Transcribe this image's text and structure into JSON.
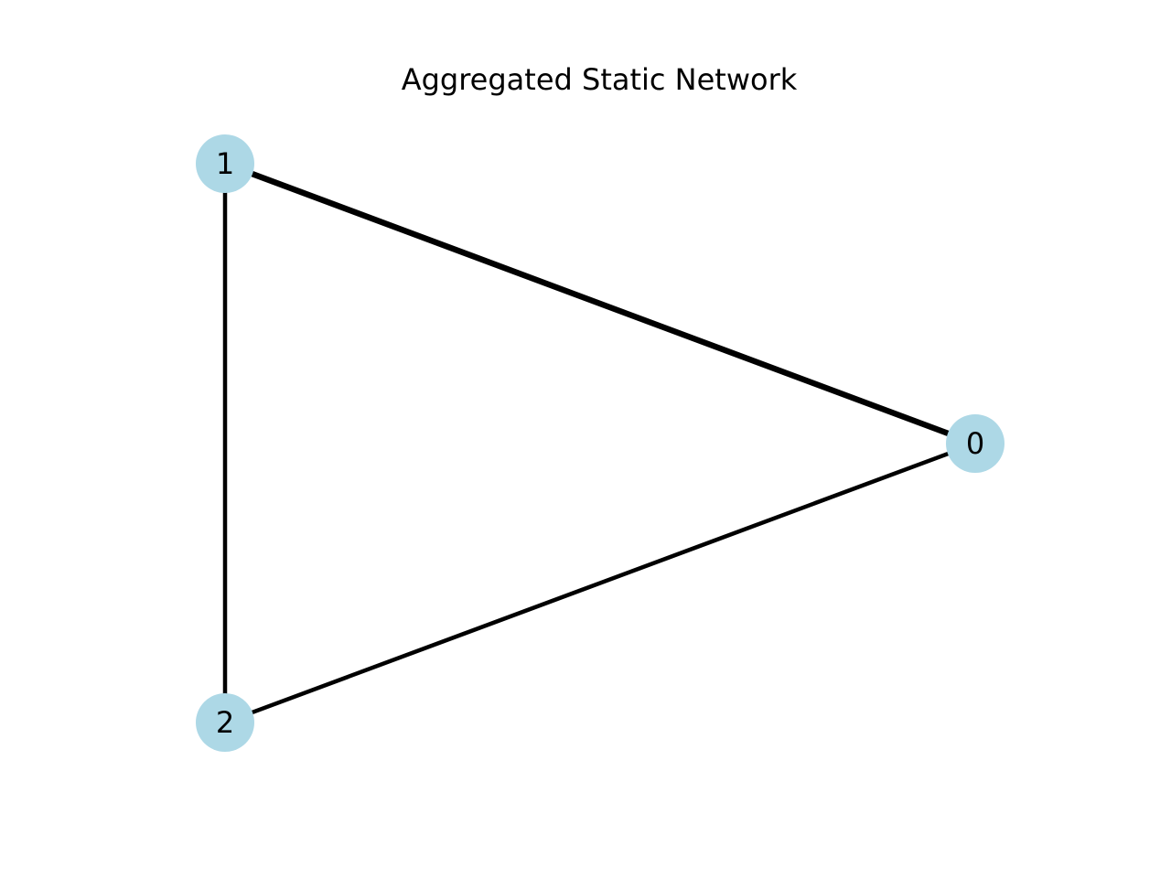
{
  "title": "Aggregated Static Network",
  "colors": {
    "node_fill": "#add8e6",
    "edge": "#000000",
    "background": "#ffffff"
  },
  "nodes": [
    {
      "id": "0",
      "label": "0"
    },
    {
      "id": "1",
      "label": "1"
    },
    {
      "id": "2",
      "label": "2"
    }
  ],
  "edges": [
    {
      "source": "1",
      "target": "0",
      "weight": "heavy"
    },
    {
      "source": "0",
      "target": "2",
      "weight": "normal"
    },
    {
      "source": "1",
      "target": "2",
      "weight": "normal"
    }
  ]
}
